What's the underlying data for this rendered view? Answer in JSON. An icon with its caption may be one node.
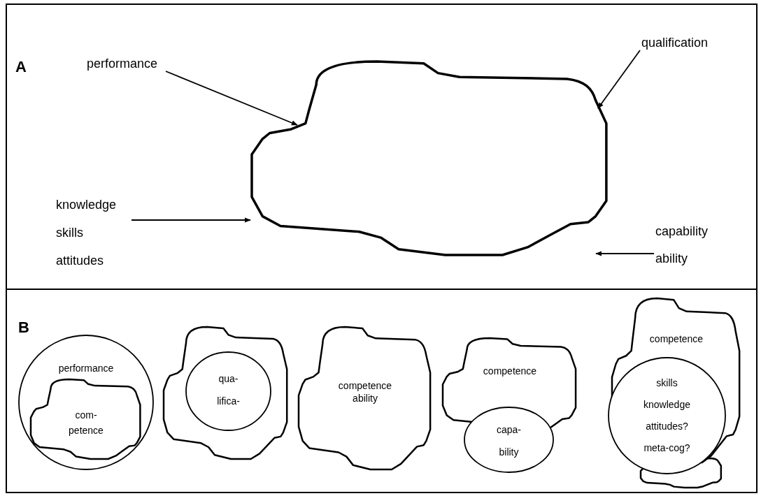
{
  "diagram": {
    "nodes": [
      {
        "text": [
          "A"
        ]
      },
      {
        "text": [
          "performance"
        ],
        "in": 0
      },
      {
        "text": [
          "qualification"
        ],
        "in": 0
      },
      {
        "text": [
          "knowledge",
          "skills",
          "attitudes"
        ],
        "in": 0
      },
      {
        "text": [
          "capability",
          "ability"
        ],
        "in": 0
      },
      {
        "text": [],
        "shape": "cloud",
        "in": 0
      },
      {
        "text": [
          "B"
        ]
      },
      {
        "text": [
          "performance"
        ],
        "in": 6
      },
      {
        "text": [
          "com- petence"
        ],
        "in": 7
      },
      {
        "text": [],
        "shape": "cloud",
        "in": 6
      },
      {
        "text": [
          "qua- lifica-"
        ],
        "in": 9
      },
      {
        "text": [
          "competence ability"
        ],
        "in": 6
      },
      {
        "text": [
          "competence"
        ],
        "in": 6
      },
      {
        "text": [
          "capa- bility"
        ],
        "in": 6
      },
      {
        "text": [
          "competence"
        ],
        "in": 6
      },
      {
        "text": [],
        "shape": "cloud",
        "in": 6
      },
      {
        "text": [
          "skills",
          "knowledge",
          "attitudes?",
          "meta-cog?"
        ],
        "in": 6
      }
    ],
    "edges": [
      {
        "from": 1,
        "to": 5,
        "arrow": "to"
      },
      {
        "from": 2,
        "to": 5,
        "arrow": "to"
      },
      {
        "from": 3,
        "to": 5,
        "arrow": "to"
      },
      {
        "from": 4,
        "to": 5,
        "arrow": "to"
      }
    ]
  }
}
